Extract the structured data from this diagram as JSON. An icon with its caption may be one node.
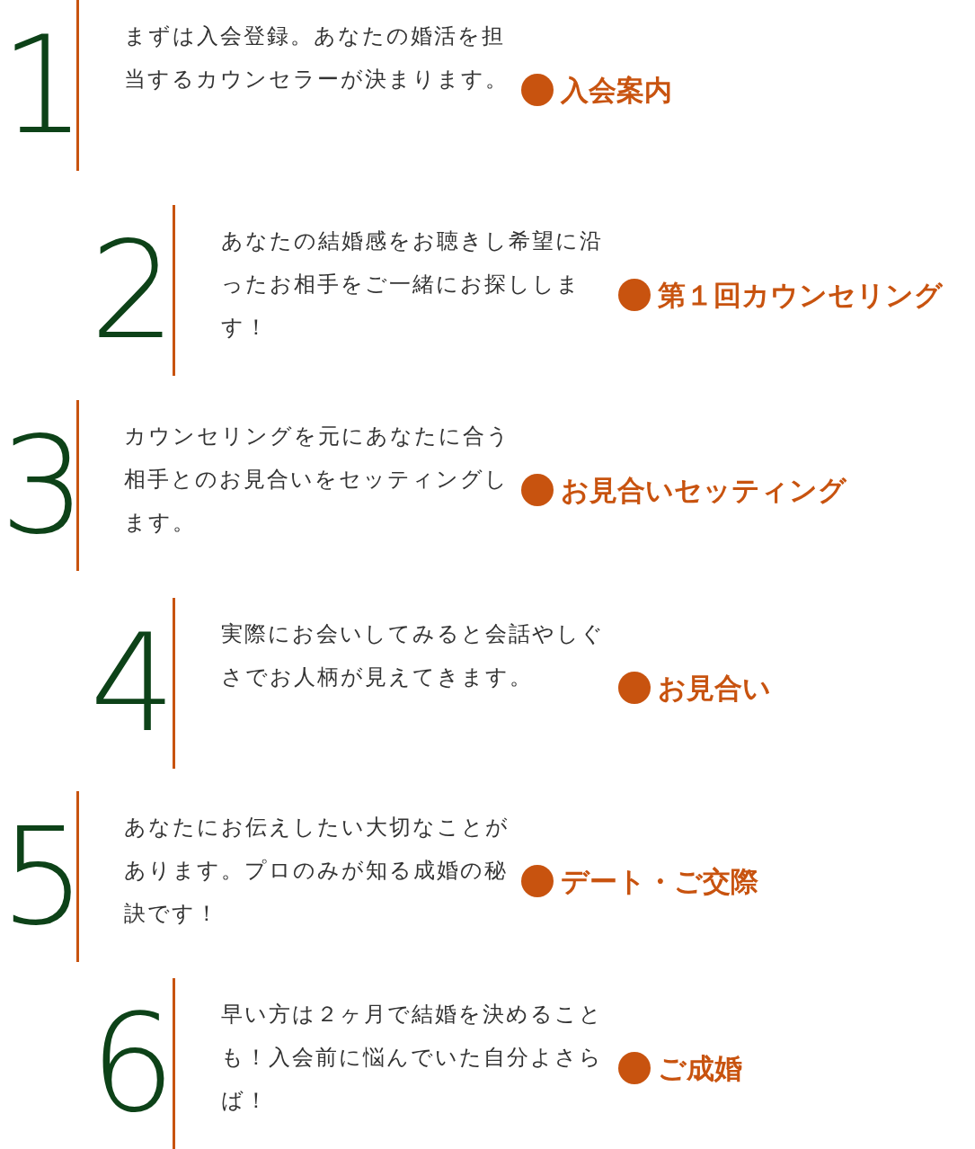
{
  "diagram": {
    "labels": [
      "1",
      "まずは入会登録。あなたの婚活を担当するカウンセラーが決まります。",
      "入会案内",
      "2",
      "あなたの結婚感をお聴きし希望に沿ったお相手をご一緒にお探しします！",
      "第１回カウンセリング",
      "3",
      "カウンセリングを元にあなたに合う相手とのお見合いをセッティングします。",
      "お見合いセッティング",
      "4",
      "実際にお会いしてみると会話やしぐさでお人柄が見えてきます。",
      "お見合い",
      "5",
      "あなたにお伝えしたい大切なことがあります。プロのみが知る成婚の秘訣です！",
      "デート・ご交際",
      "6",
      "早い方は２ヶ月で結婚を決めることも！入会前に悩んでいた自分よさらば！",
      "ご成婚"
    ]
  }
}
